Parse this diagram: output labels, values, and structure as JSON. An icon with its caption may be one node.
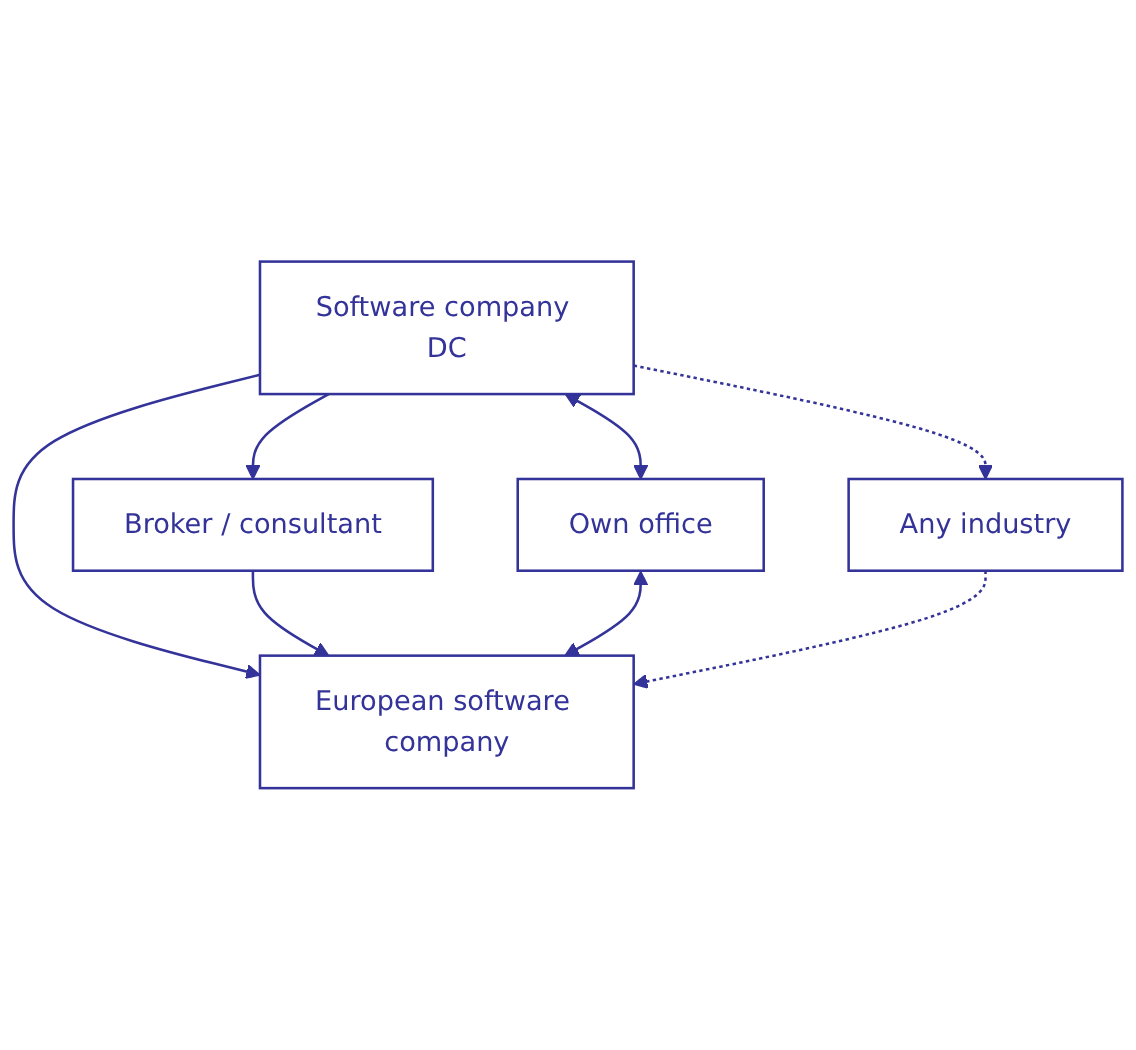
{
  "diagram": {
    "nodes": [
      {
        "text": [
          "Software company DC"
        ]
      },
      {
        "text": [
          "Broker / consultant"
        ]
      },
      {
        "text": [
          "Own office"
        ]
      },
      {
        "text": [
          "European software company"
        ]
      },
      {
        "text": [
          "Any industry"
        ]
      }
    ],
    "edges": [
      {
        "from": 0,
        "to": 1,
        "arrow": "to"
      },
      {
        "from": 0,
        "to": 3,
        "arrow": "to"
      },
      {
        "from": 0,
        "to": 2,
        "arrow": "both"
      },
      {
        "from": 0,
        "to": 4,
        "arrow": "to",
        "style": "dashed"
      },
      {
        "from": 1,
        "to": 3,
        "arrow": "to"
      },
      {
        "from": 2,
        "to": 3,
        "arrow": "both"
      },
      {
        "from": 4,
        "to": 3,
        "arrow": "to",
        "style": "dashed"
      }
    ]
  }
}
